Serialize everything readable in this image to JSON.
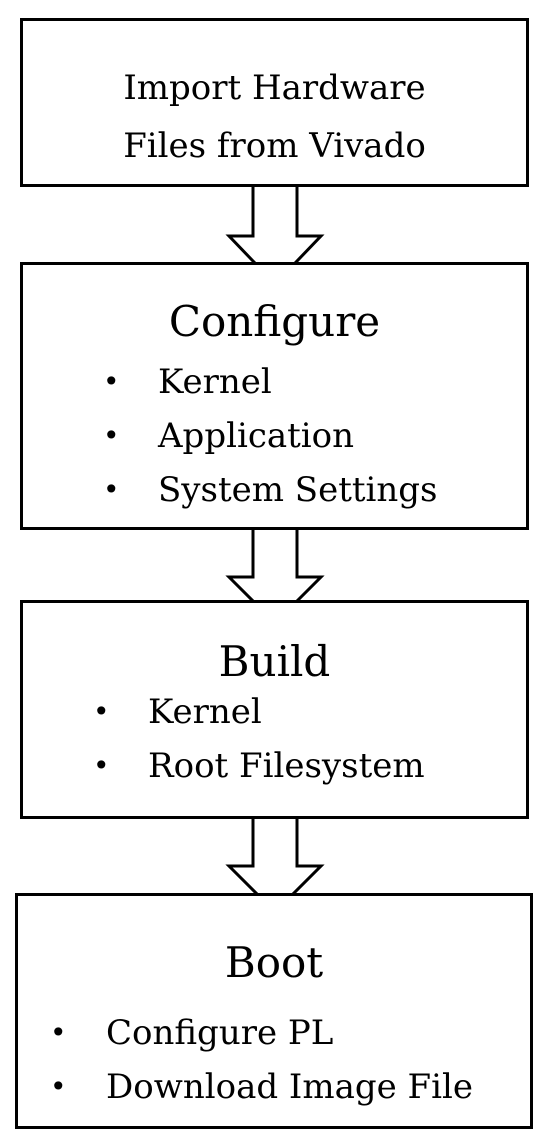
{
  "steps": [
    {
      "lines": [
        "Import Hardware",
        "Files from Vivado"
      ]
    },
    {
      "title": "Configure",
      "items": [
        "Kernel",
        "Application",
        "System Settings"
      ]
    },
    {
      "title": "Build",
      "items": [
        "Kernel",
        "Root Filesystem"
      ]
    },
    {
      "title": "Boot",
      "items": [
        "Configure PL",
        "Download Image File"
      ]
    }
  ],
  "bullet_glyph": "•",
  "colors": {
    "stroke": "#000000",
    "fill": "#ffffff"
  }
}
